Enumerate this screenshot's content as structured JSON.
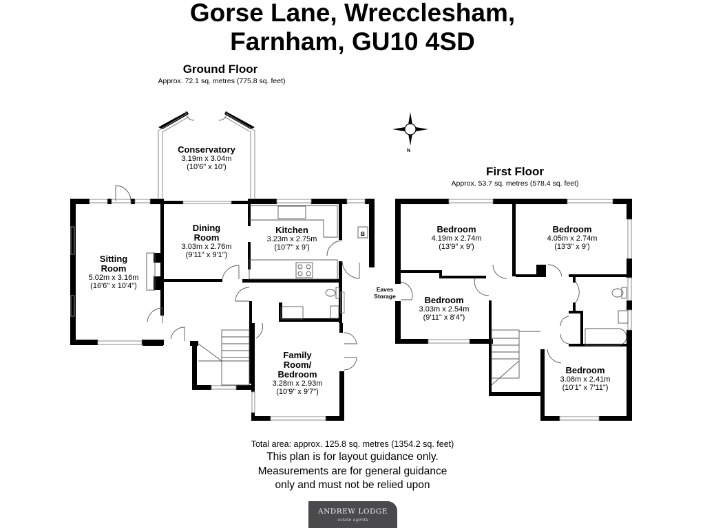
{
  "header": {
    "title_line1": "Gorse Lane, Wrecclesham,",
    "title_line2": "Farnham, GU10 4SD"
  },
  "ground_floor": {
    "title": "Ground Floor",
    "area": "Approx. 72.1 sq. metres (775.8 sq. feet)",
    "rooms": [
      {
        "name": "Conservatory",
        "metric": "3.19m x 3.04m",
        "imperial": "(10'6\" x 10')"
      },
      {
        "name_line1": "Dining",
        "name_line2": "Room",
        "metric": "3.03m x 2.76m",
        "imperial": "(9'11\" x 9'1\")"
      },
      {
        "name": "Kitchen",
        "metric": "3.23m x 2.75m",
        "imperial": "(10'7\" x 9')"
      },
      {
        "name_line1": "Sitting",
        "name_line2": "Room",
        "metric": "5.02m x 3.16m",
        "imperial": "(16'6\" x 10'4\")"
      },
      {
        "name_line1": "Family",
        "name_line2": "Room/",
        "name_line3": "Bedroom",
        "metric": "3.28m x 2.93m",
        "imperial": "(10'9\" x 9'7\")"
      }
    ],
    "boiler_label": "B"
  },
  "first_floor": {
    "title": "First Floor",
    "area": "Approx. 53.7 sq. metres (578.4 sq. feet)",
    "rooms": [
      {
        "name": "Bedroom",
        "metric": "4.19m x 2.74m",
        "imperial": "(13'9\" x 9')"
      },
      {
        "name": "Bedroom",
        "metric": "4.05m x 2.74m",
        "imperial": "(13'3\" x 9')"
      },
      {
        "name": "Bedroom",
        "metric": "3.03m x 2.54m",
        "imperial": "(9'11\" x 8'4\")"
      },
      {
        "name": "Bedroom",
        "metric": "3.08m x 2.41m",
        "imperial": "(10'1\" x 7'11\")"
      }
    ],
    "eaves_line1": "Eaves",
    "eaves_line2": "Storage"
  },
  "compass": {
    "icon": "compass-rose-icon",
    "north_label": "N"
  },
  "footer": {
    "total_area": "Total area: approx. 125.8 sq. metres (1354.2 sq. feet)",
    "disclaimer_line1": "This plan is for layout guidance only.",
    "disclaimer_line2": "Measurements are for general guidance",
    "disclaimer_line3": "only and must not be relied upon"
  },
  "logo": {
    "name": "ANDREW LODGE",
    "tagline": "estate agents",
    "bg_color": "#4a4a4c"
  }
}
